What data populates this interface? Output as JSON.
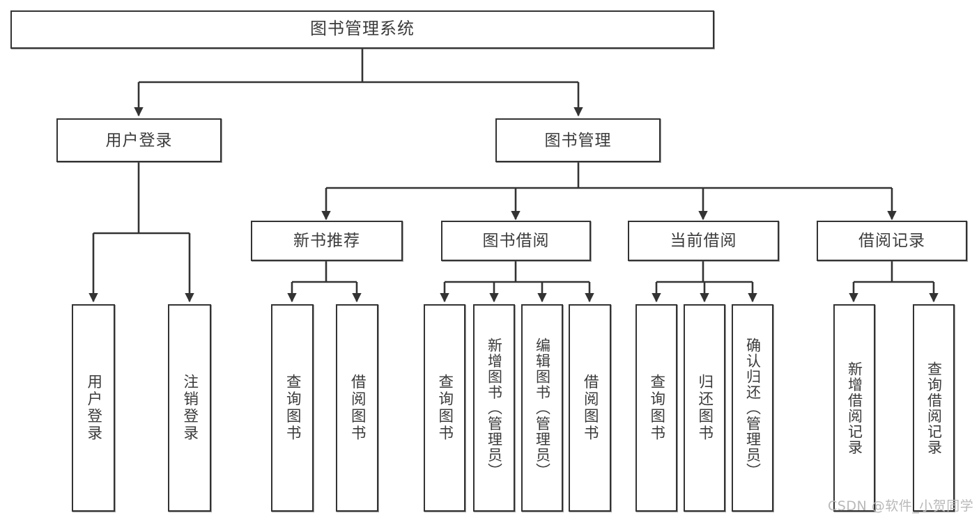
{
  "diagram": {
    "title": "图书管理系统",
    "type": "hierarchy-tree",
    "watermark": "CSDN @软件_小贺同学",
    "colors": {
      "node_border": "#333333",
      "node_fill": "#ffffff",
      "edge": "#333333",
      "text": "#3b3b3b",
      "watermark": "#b9b9b9",
      "background": "#ffffff"
    },
    "levels": {
      "root": {
        "label": "图书管理系统"
      },
      "level2": [
        {
          "label": "用户登录"
        },
        {
          "label": "图书管理"
        }
      ],
      "level3": [
        {
          "label": "新书推荐"
        },
        {
          "label": "图书借阅"
        },
        {
          "label": "当前借阅"
        },
        {
          "label": "借阅记录"
        }
      ],
      "leaves": {
        "user_login": [
          {
            "label": "用户登录"
          },
          {
            "label": "注销登录"
          }
        ],
        "new_book_recommend": [
          {
            "label": "查询图书"
          },
          {
            "label": "借阅图书"
          }
        ],
        "book_borrow": [
          {
            "label": "查询图书"
          },
          {
            "label": "新增图书（管理员）"
          },
          {
            "label": "编辑图书（管理员）"
          },
          {
            "label": "借阅图书"
          }
        ],
        "current_borrow": [
          {
            "label": "查询图书"
          },
          {
            "label": "归还图书"
          },
          {
            "label": "确认归还（管理员）"
          }
        ],
        "borrow_records": [
          {
            "label": "新增借阅记录"
          },
          {
            "label": "查询借阅记录"
          }
        ]
      }
    }
  }
}
